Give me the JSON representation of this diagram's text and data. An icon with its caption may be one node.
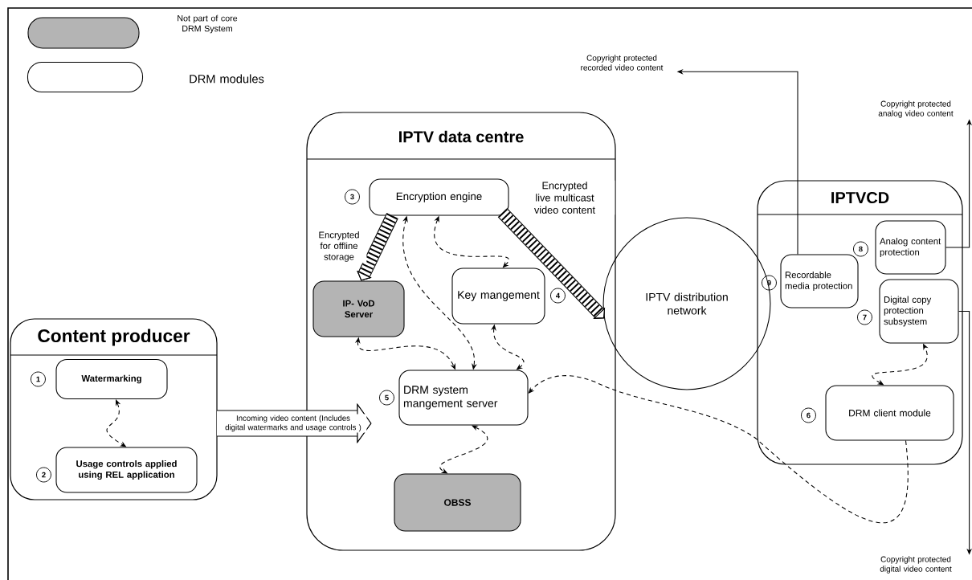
{
  "diagram": {
    "nodes": [
      {
        "text": [
          "Content producer"
        ]
      },
      {
        "text": [
          "Watermarking"
        ],
        "in": 0,
        "beside": [
          "1"
        ]
      },
      {
        "text": [
          "Usage controls applied using REL application"
        ],
        "in": 0,
        "beside": [
          "2"
        ]
      },
      {
        "text": [
          "IPTV data centre"
        ]
      },
      {
        "text": [
          "Encryption engine"
        ],
        "in": 3,
        "beside": [
          "3"
        ]
      },
      {
        "text": [
          "IP- VoD Server"
        ],
        "in": 3
      },
      {
        "text": [
          "Key mangement"
        ],
        "in": 3,
        "beside": [
          "4"
        ]
      },
      {
        "text": [
          "DRM system mangement server"
        ],
        "in": 3,
        "beside": [
          "5"
        ]
      },
      {
        "text": [
          "OBSS"
        ],
        "in": 3
      },
      {
        "text": [
          "IPTV distribution network"
        ]
      },
      {
        "text": [
          "IPTVCD"
        ]
      },
      {
        "text": [
          "Analog content protection"
        ],
        "in": 10,
        "beside": [
          "8"
        ]
      },
      {
        "text": [
          "Recordable media protection"
        ],
        "in": 10,
        "beside": [
          "9"
        ]
      },
      {
        "text": [
          "Digital copy protection subsystem"
        ],
        "in": 10,
        "beside": [
          "7"
        ]
      },
      {
        "text": [
          "DRM client module"
        ],
        "in": 10,
        "beside": [
          "6"
        ]
      },
      {
        "text": [
          "Copyright protected recorded video content"
        ]
      },
      {
        "text": [
          "Copyright protected analog video content"
        ]
      },
      {
        "text": [
          "Copyright protected digital video content"
        ]
      }
    ],
    "edges": [
      {
        "from": 1,
        "to": 2,
        "arrow": "both",
        "style": "dashed"
      },
      {
        "from": 0,
        "to": 7,
        "arrow": "to",
        "style": "thick",
        "label": "Incoming video content (Includes digital watermarks and usage controls )"
      },
      {
        "from": 4,
        "to": 5,
        "arrow": "to",
        "style": "thick",
        "label": "Encrypted for offline storage"
      },
      {
        "from": 4,
        "to": 9,
        "arrow": "to",
        "style": "thick",
        "label": "Encrypted live multicast video content"
      },
      {
        "from": 4,
        "to": 7,
        "arrow": "both",
        "style": "dashed"
      },
      {
        "from": 4,
        "to": 6,
        "arrow": "both",
        "style": "dashed"
      },
      {
        "from": 5,
        "to": 7,
        "arrow": "both",
        "style": "dashed"
      },
      {
        "from": 6,
        "to": 7,
        "arrow": "both",
        "style": "dashed"
      },
      {
        "from": 7,
        "to": 8,
        "arrow": "both",
        "style": "dashed"
      },
      {
        "from": 14,
        "to": 7,
        "arrow": "to",
        "style": "dashed"
      },
      {
        "from": 14,
        "to": 13,
        "arrow": "both",
        "style": "dashed"
      },
      {
        "from": 12,
        "to": 15,
        "arrow": "to"
      },
      {
        "from": 11,
        "to": 16,
        "arrow": "to"
      },
      {
        "from": 13,
        "to": 17,
        "arrow": "to"
      }
    ],
    "legend": [
      {
        "text": "Not part of core DRM System",
        "color": "#b4b4b4"
      },
      {
        "text": "DRM modules"
      }
    ]
  }
}
